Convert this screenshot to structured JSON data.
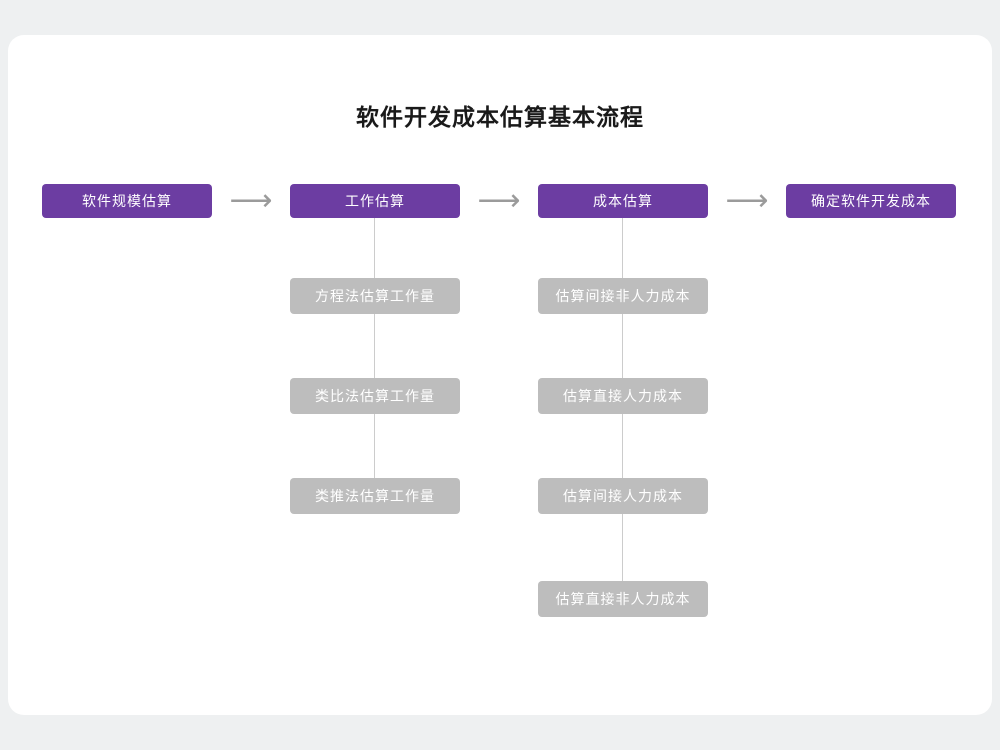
{
  "title": "软件开发成本估算基本流程",
  "colors": {
    "primary_node": "#6c3da2",
    "sub_node": "#bdbdbd",
    "connector": "#cccccc",
    "card_background": "#ffffff",
    "page_background": "#eef0f1"
  },
  "icons": {
    "arrow_right": "⟶"
  },
  "flow": {
    "nodes": [
      {
        "label": "软件规模估算"
      },
      {
        "label": "工作估算"
      },
      {
        "label": "成本估算"
      },
      {
        "label": "确定软件开发成本"
      }
    ]
  },
  "work_substeps": [
    {
      "label": "方程法估算工作量"
    },
    {
      "label": "类比法估算工作量"
    },
    {
      "label": "类推法估算工作量"
    }
  ],
  "cost_substeps": [
    {
      "label": "估算间接非人力成本"
    },
    {
      "label": "估算直接人力成本"
    },
    {
      "label": "估算间接人力成本"
    },
    {
      "label": "估算直接非人力成本"
    }
  ]
}
